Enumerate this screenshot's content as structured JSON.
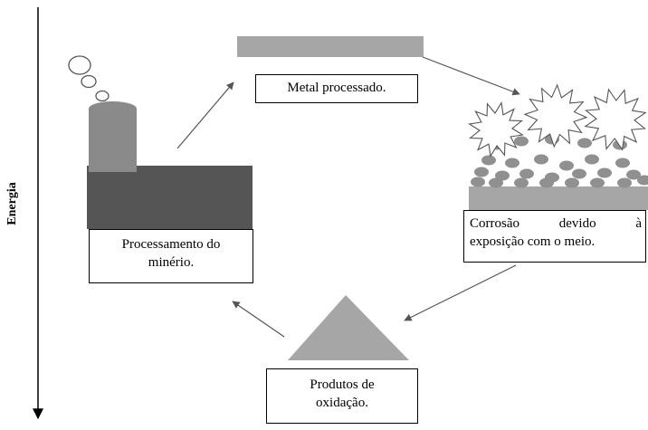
{
  "axis": {
    "label": "Energia"
  },
  "stages": {
    "metal": {
      "label": "Metal processado."
    },
    "processing": {
      "line1": "Processamento do",
      "line2": "minério."
    },
    "corrosion": {
      "line1": "Corrosão devido à",
      "line2": "exposição com o meio."
    },
    "products": {
      "line1": "Produtos de",
      "line2": "oxidação."
    }
  },
  "colors": {
    "axis": "#000000",
    "arrow": "#595959",
    "metal_bar": "#a6a6a6",
    "furnace_base": "#555555",
    "chimney": "#8a8a8a",
    "particles": "#909090",
    "triangle": "#a6a6a6",
    "substrate": "#a6a6a6"
  },
  "icons": [
    "smoke-rings-icon",
    "furnace-icon",
    "metal-bar-icon",
    "corrosion-icon",
    "oxide-pile-icon"
  ]
}
